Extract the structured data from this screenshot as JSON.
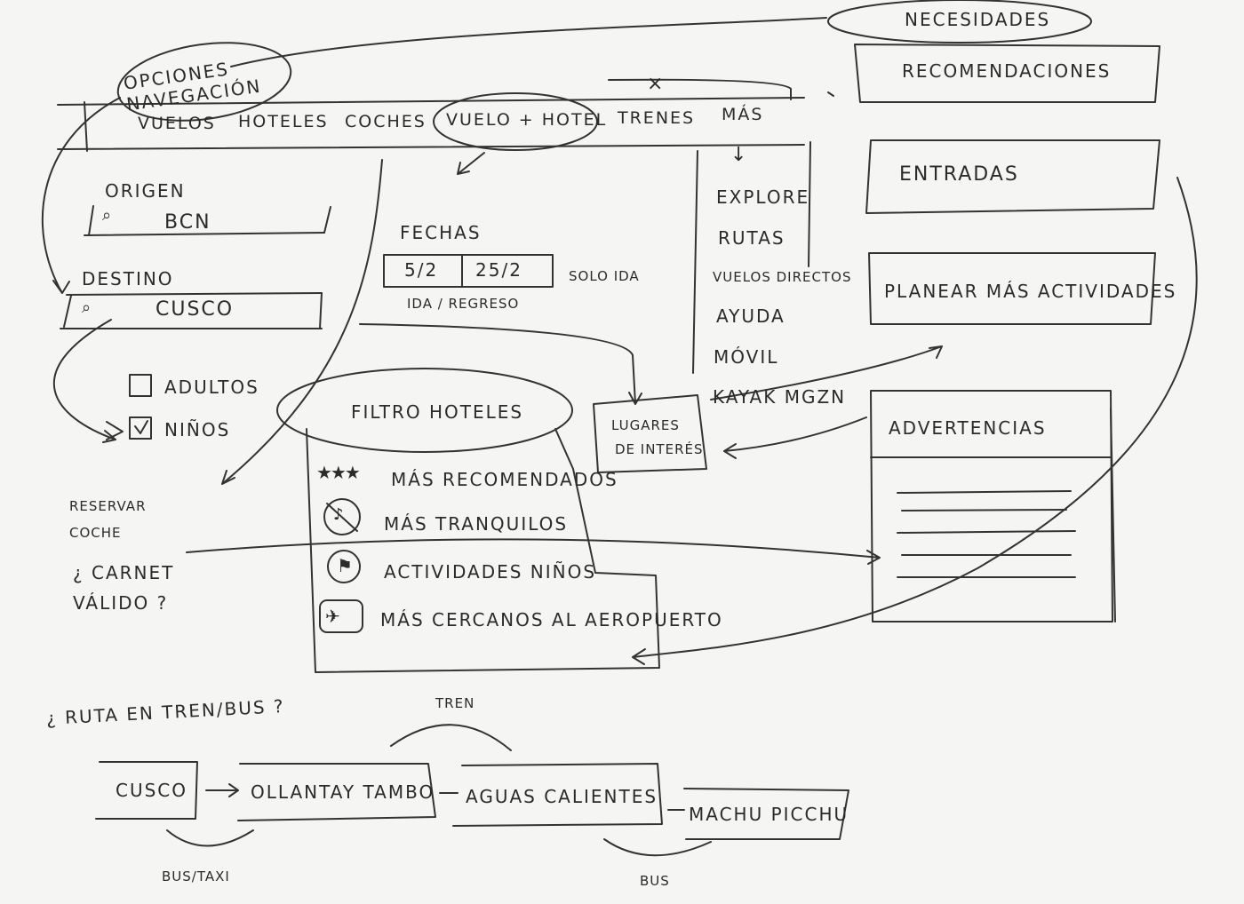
{
  "top": {
    "nav_title": "OPCIONES NAVEGACIÓN",
    "close_mark": "×",
    "nav_items": [
      "VUELOS",
      "HOTELES",
      "COCHES",
      "VUELO + HOTEL",
      "TRENES",
      "MÁS"
    ],
    "more_arrow": "↓",
    "more_menu": [
      "EXPLORE",
      "RUTAS",
      "VUELOS DIRECTOS",
      "AYUDA",
      "MÓVIL",
      "KAYAK MGZN"
    ]
  },
  "form": {
    "origin_label": "ORIGEN",
    "origin_value": "BCN",
    "dest_label": "DESTINO",
    "dest_value": "CUSCO",
    "dates_label": "FECHAS",
    "date_out": "5/2",
    "date_back": "25/2",
    "one_way": "SOLO IDA",
    "dates_caption": "IDA / REGRESO",
    "adults": "ADULTOS",
    "kids": "NIÑOS",
    "car_rent": "RESERVAR COCHE",
    "license": "¿ CARNET VÁLIDO ?"
  },
  "filter": {
    "title": "FILTRO HOTELES",
    "options": [
      "MÁS RECOMENDADOS",
      "MÁS TRANQUILOS",
      "ACTIVIDADES NIÑOS",
      "MÁS CERCANOS AL AEROPUERTO"
    ]
  },
  "poi": {
    "line1": "LUGARES",
    "line2": "DE INTERÉS"
  },
  "needs": {
    "title": "NECESIDADES",
    "boxes": [
      "RECOMENDACIONES",
      "ENTRADAS",
      "PLANEAR MÁS ACTIVIDADES"
    ],
    "warnings": "ADVERTENCIAS"
  },
  "route": {
    "question": "¿ RUTA EN TREN/BUS ?",
    "stops": [
      "CUSCO",
      "OLLANTAY TAMBO",
      "AGUAS CALIENTES",
      "MACHU PICCHU"
    ],
    "train": "TREN",
    "bus_taxi": "BUS/TAXI",
    "bus": "BUS"
  },
  "icons": {
    "stars": "stars-icon",
    "quiet": "no-noise-icon",
    "kids_activity": "kids-activity-icon",
    "airport": "airport-icon",
    "search": "search-icon",
    "checkbox": "checkbox-icon"
  }
}
